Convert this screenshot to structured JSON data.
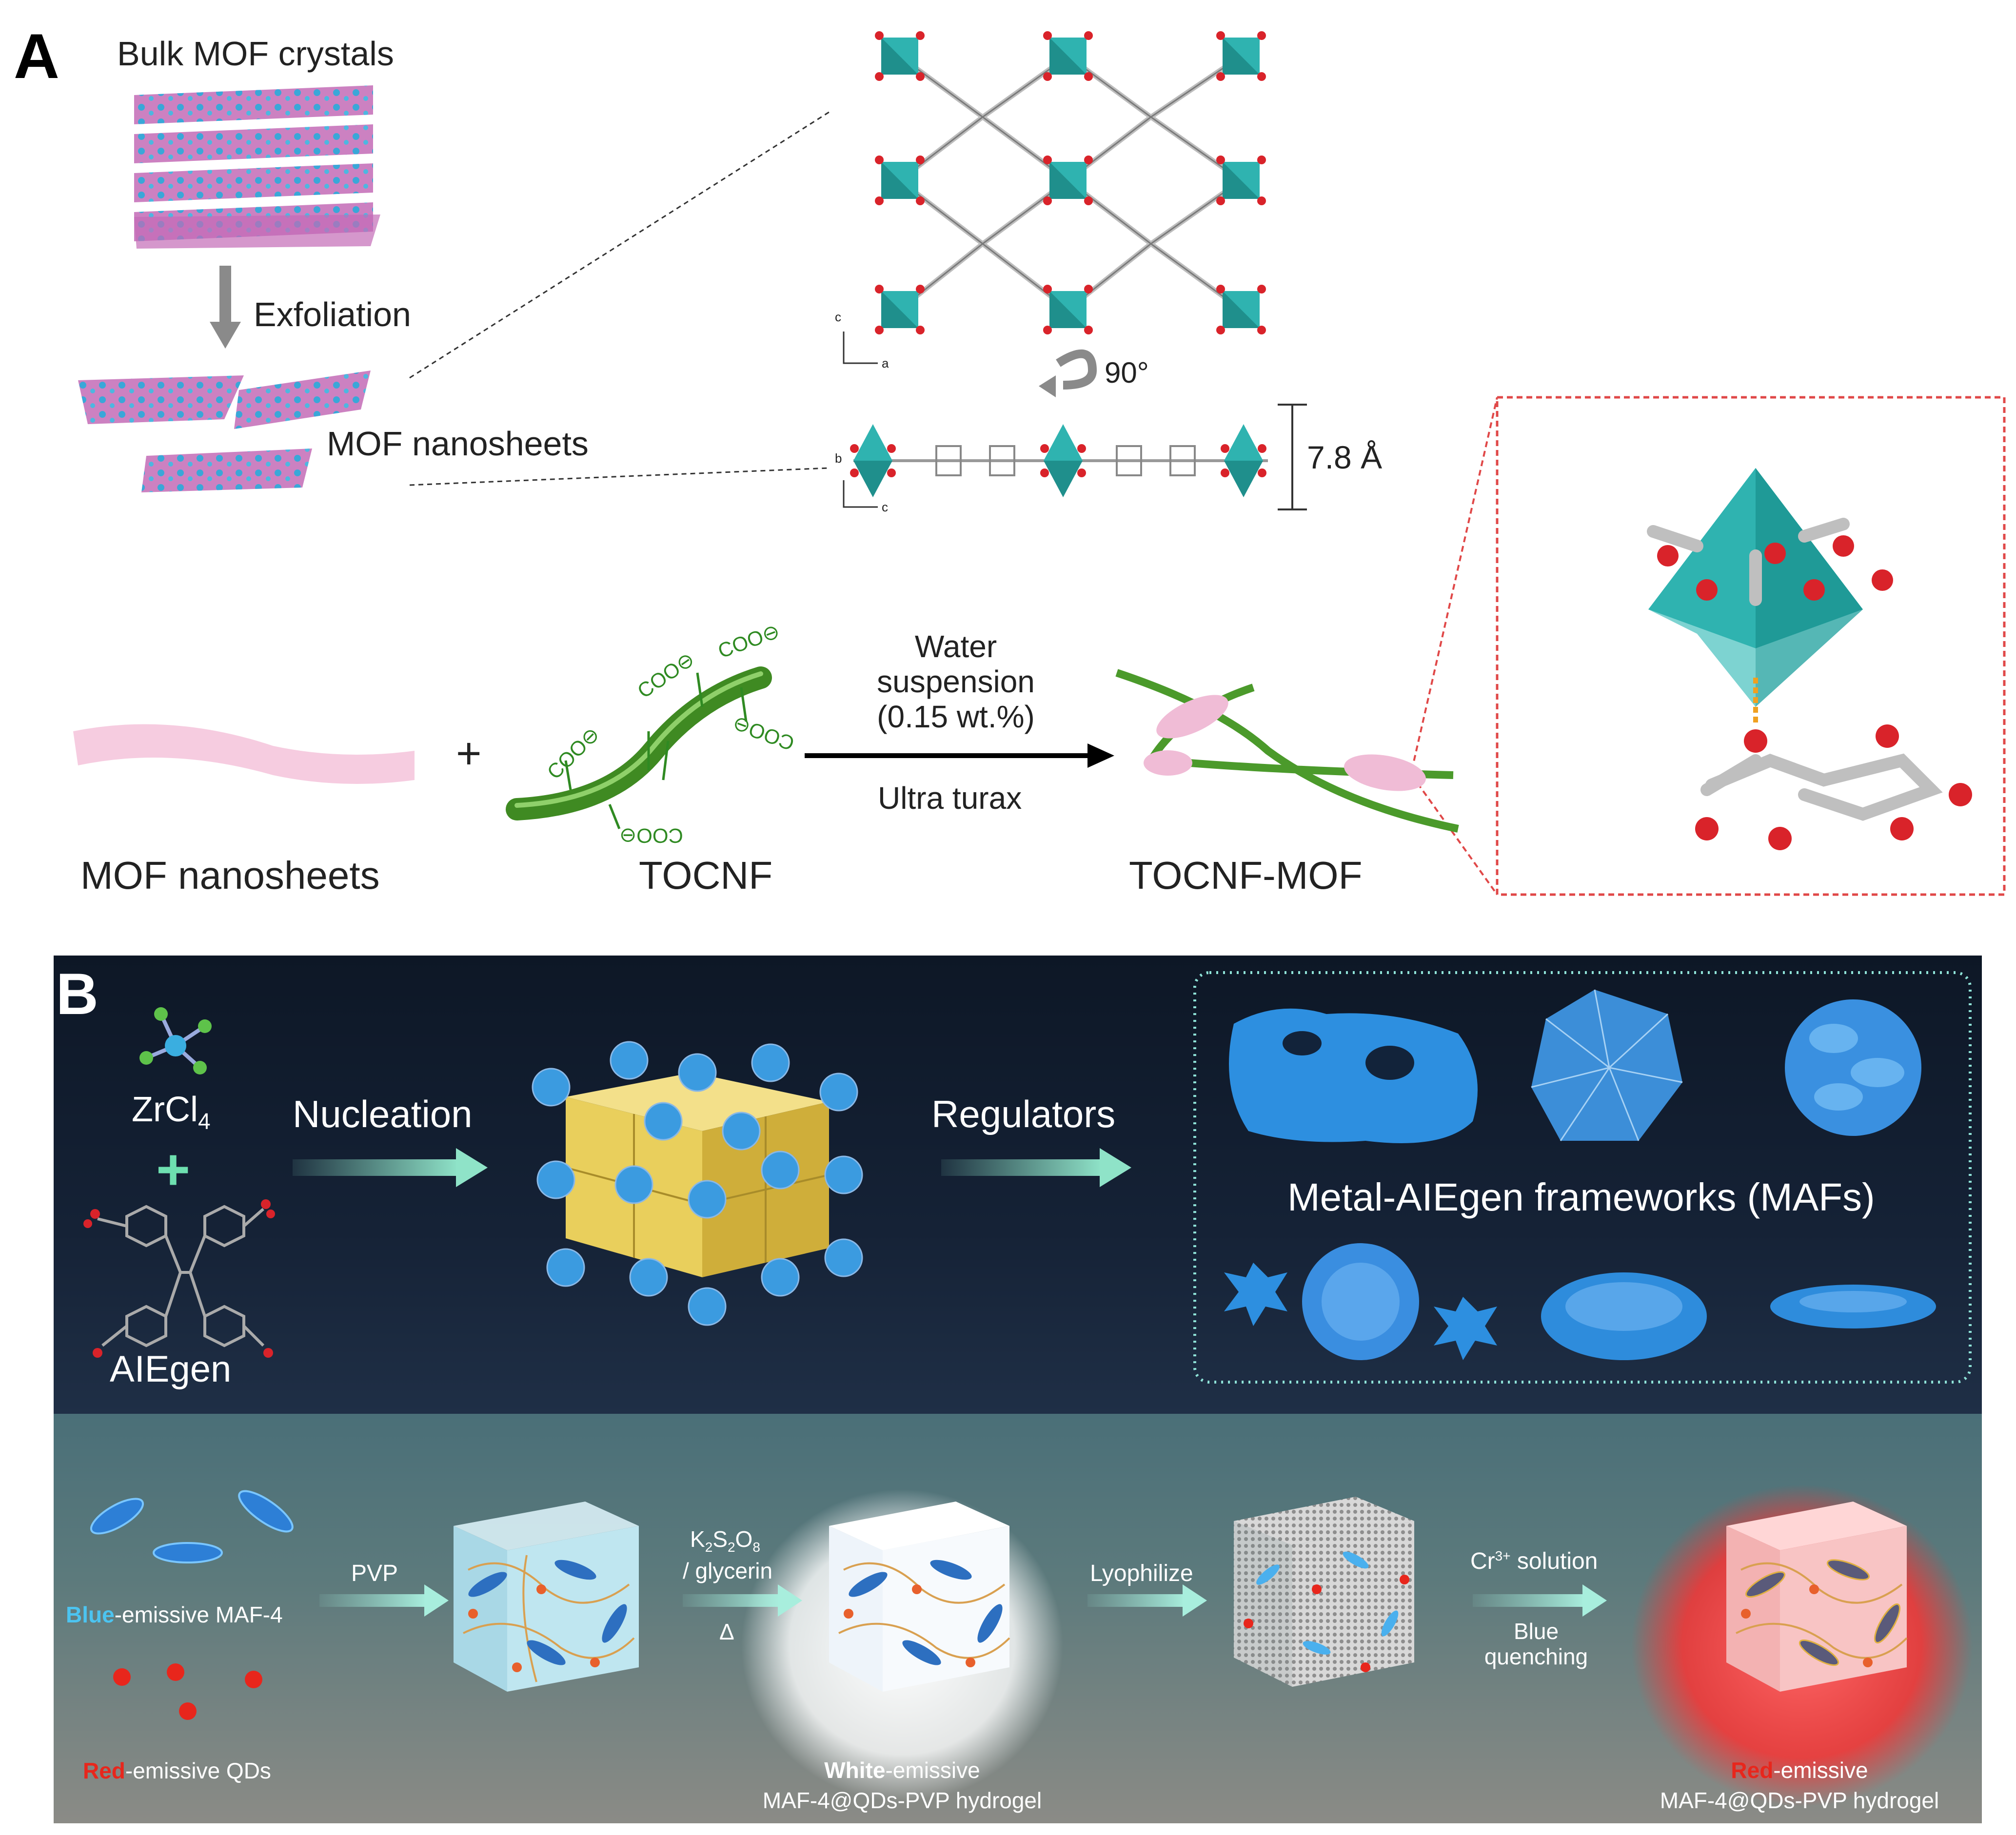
{
  "panel_a": {
    "letter": "A",
    "bulk_label": "Bulk MOF crystals",
    "exfoliation_label": "Exfoliation",
    "nanosheets_label": "MOF nanosheets",
    "axis_top": {
      "c": "c",
      "a": "a"
    },
    "rotation_label": "90°",
    "axis_side": {
      "b": "b",
      "c": "c"
    },
    "thickness_label": "7.8 Å",
    "bottom": {
      "nanosheets_label": "MOF nanosheets",
      "plus": "+",
      "tocnf_label": "TOCNF",
      "coo": "COO",
      "minus": "⊖",
      "arrow_top_lines": [
        "Water",
        "suspension",
        "(0.15 wt.%)"
      ],
      "arrow_bottom": "Ultra turax",
      "product_label": "TOCNF-MOF"
    }
  },
  "panel_b": {
    "letter": "B",
    "zrcl4_label": "ZrCl",
    "zrcl4_sub": "4",
    "plus": "+",
    "aiegen_label": "AIEgen",
    "nucleation_label": "Nucleation",
    "regulators_label": "Regulators",
    "mafs_label": "Metal-AIEgen frameworks (MAFs)",
    "lower": {
      "blue_word": "Blue",
      "blue_rest": "-emissive MAF-4",
      "red_word": "Red",
      "red_rest": "-emissive QDs",
      "pvp_label": "PVP",
      "k2s2o8_base": [
        "K",
        "S",
        "O"
      ],
      "k2s2o8_subs": [
        "2",
        "2",
        "8"
      ],
      "glycerin_label": "/ glycerin",
      "delta_label": "Δ",
      "white_word": "White",
      "white_rest": "-emissive",
      "white_product": "MAF-4@QDs-PVP hydrogel",
      "lyophilize_label": "Lyophilize",
      "cr_base": "Cr",
      "cr_sup": "3+",
      "cr_rest": " solution",
      "quench_lines": [
        "Blue",
        "quenching"
      ],
      "red_product_word": "Red",
      "red_product_rest": "-emissive",
      "red_product": "MAF-4@QDs-PVP hydrogel"
    }
  },
  "colors": {
    "teal": "#2fb3b0",
    "oxygen_red": "#d9232a",
    "mof_pink": "#c86bb8",
    "cellulose_green": "#4b9a2b",
    "navy": "#0f1b2e",
    "mint_arrow": "#8fe3c8",
    "maf_blue": "#2d8fe0",
    "cube_yellow": "#f0d76a",
    "qd_red": "#e8261c",
    "blue_text": "#4cc4f0",
    "red_text": "#e8261c"
  }
}
